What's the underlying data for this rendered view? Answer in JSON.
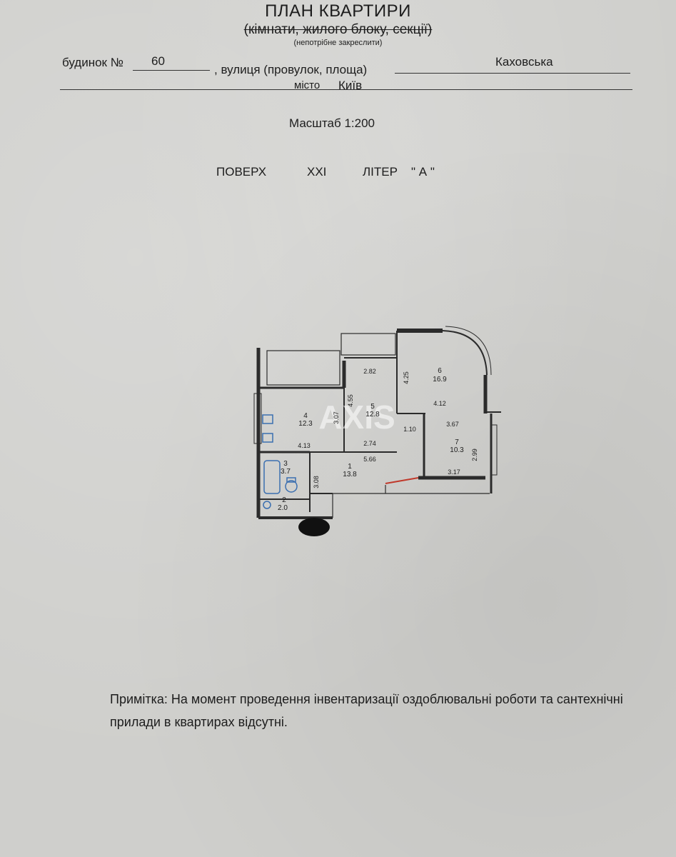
{
  "header": {
    "title": "ПЛАН КВАРТИРИ",
    "subtitle": "(кімнати, жилого блоку, секції)",
    "subtitle_note": "(непотрібне закреслити)"
  },
  "address": {
    "building_label": "будинок №",
    "building_number": "60",
    "street_label": ", вулиця (провулок, площа)",
    "street_value": "Каховська",
    "city_label": "місто",
    "city_value": "Київ"
  },
  "scale": "Масштаб 1:200",
  "floor": {
    "floor_label": "ПОВЕРХ",
    "floor_value": "XXI",
    "letter_label": "ЛІТЕР",
    "letter_value": "\" А \""
  },
  "floor_plan": {
    "rooms": [
      {
        "number": "1",
        "area": "13.8"
      },
      {
        "number": "2",
        "area": "2.0"
      },
      {
        "number": "3",
        "area": "3.7"
      },
      {
        "number": "4",
        "area": "12.3"
      },
      {
        "number": "5",
        "area": "12.8"
      },
      {
        "number": "6",
        "area": "16.9"
      },
      {
        "number": "7",
        "area": "10.3"
      }
    ],
    "dimensions": [
      "2.82",
      "4.25",
      "4.55",
      "3.07",
      "4.12",
      "1.10",
      "3.67",
      "2.99",
      "4.13",
      "2.74",
      "5.66",
      "3.08",
      "3.17"
    ],
    "watermark": "AXIS"
  },
  "remark": {
    "text": "Примітка: На момент проведення інвентаризації оздоблювальні роботи та сантехнічні прилади в квартирах відсутні."
  },
  "colors": {
    "paper": "#cfcfcc",
    "ink": "#1d1d1d",
    "walls": "#2b2b2b",
    "fixtures": "#3b6fb0",
    "entry_accent": "#c0392b"
  }
}
